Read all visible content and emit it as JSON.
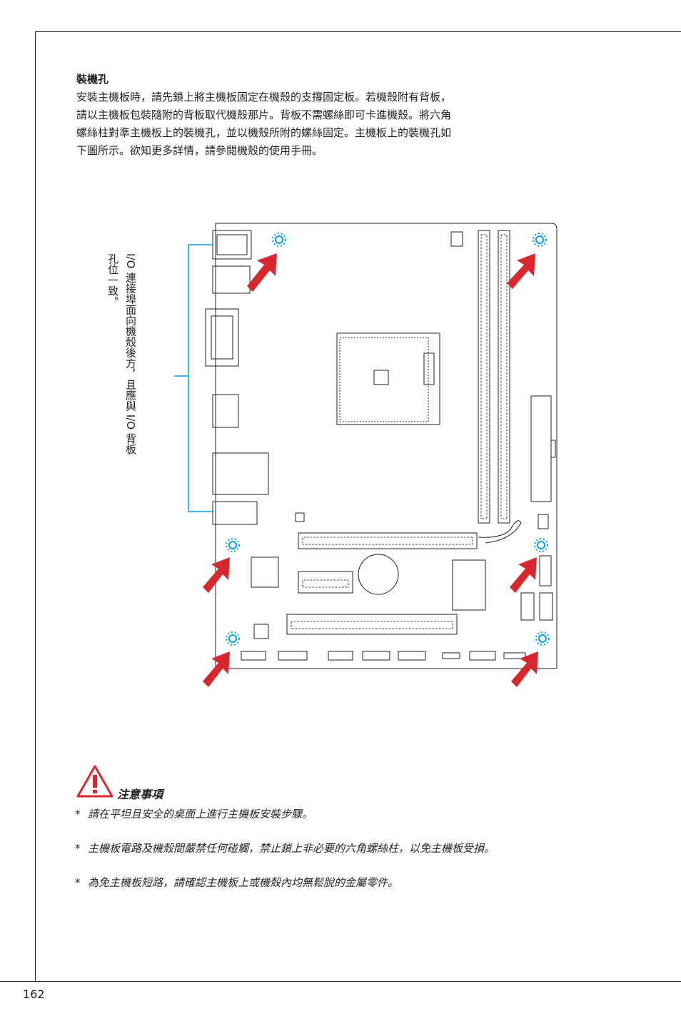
{
  "section": {
    "title": "裝機孔",
    "body_lines": [
      "安裝主機板時，請先鎖上將主機板固定在機殼的支撐固定板。若機殼附有背板，",
      "請以主機板包裝隨附的背板取代機殼那片。背板不需螺絲即可卡進機殼。將六角",
      "螺絲柱對準主機板上的裝機孔，並以機殼所附的螺絲固定。主機板上的裝機孔如",
      "下圖所示。欲知更多詳情，請參閱機殼的使用手冊。"
    ]
  },
  "diagram": {
    "io_label_lines": [
      "I/O 連接埠面向機殼後方，且應與 I/O 背板",
      "孔位一致。"
    ],
    "colors": {
      "board_outline": "#231f20",
      "mounting_hole": "#00a0e9",
      "arrow": "#d7282f",
      "bracket": "#00a0e9"
    }
  },
  "caution": {
    "title": "注意事項",
    "icon": "warning-triangle-icon",
    "items": [
      "請在平坦且安全的桌面上進行主機板安裝步驟。",
      "主機板電路及機殼間嚴禁任何碰觸，禁止鎖上非必要的六角螺絲柱，以免主機板受損。",
      "為免主機板短路，請確認主機板上或機殼內均無鬆脫的金屬零件。"
    ],
    "bullet": "*"
  },
  "page": {
    "number": "162"
  }
}
